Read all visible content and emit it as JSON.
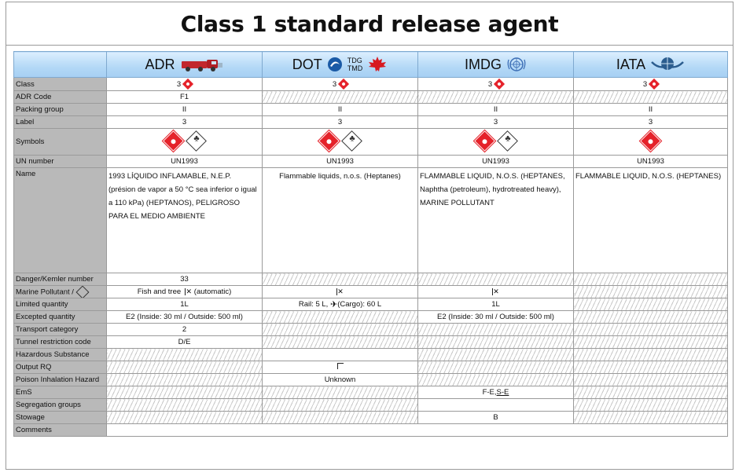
{
  "title": "Class 1 standard release agent",
  "columns": {
    "adr": "ADR",
    "dot": "DOT",
    "dot_sub_1": "TDG",
    "dot_sub_2": "TMD",
    "imdg": "IMDG",
    "iata": "IATA"
  },
  "rows": {
    "class": {
      "label": "Class",
      "adr": "3",
      "dot": "3",
      "imdg": "3",
      "iata": "3"
    },
    "adr_code": {
      "label": "ADR Code",
      "adr": "F1"
    },
    "packing_group": {
      "label": "Packing group",
      "adr": "II",
      "dot": "II",
      "imdg": "II",
      "iata": "II"
    },
    "label_row": {
      "label": "Label",
      "adr": "3",
      "dot": "3",
      "imdg": "3",
      "iata": "3"
    },
    "symbols": {
      "label": "Symbols"
    },
    "un_number": {
      "label": "UN number",
      "adr": "UN1993",
      "dot": "UN1993",
      "imdg": "UN1993",
      "iata": "UN1993"
    },
    "name": {
      "label": "Name",
      "adr": "1993 LÍQUIDO INFLAMABLE, N.E.P. (présion de vapor a 50 °C sea inferior o igual a 110 kPa) (HEPTANOS), PELIGROSO PARA EL MEDIO AMBIENTE",
      "dot": "Flammable liquids, n.o.s. (Heptanes)",
      "imdg": "FLAMMABLE LIQUID, N.O.S. (HEPTANES, Naphtha (petroleum), hydrotreated heavy), MARINE POLLUTANT",
      "iata": "FLAMMABLE LIQUID, N.O.S. (HEPTANES)"
    },
    "danger_kemler": {
      "label": "Danger/Kemler number",
      "adr": "33"
    },
    "marine_pollutant": {
      "label": "Marine Pollutant /",
      "adr_prefix": "Fish and tree",
      "adr_suffix": "(automatic)"
    },
    "limited_quantity": {
      "label": "Limited quantity",
      "adr": "1L",
      "dot_prefix": "Rail: 5 L,",
      "dot_suffix": "(Cargo): 60 L",
      "imdg": "1L"
    },
    "excepted_quantity": {
      "label": "Excepted quantity",
      "adr": "E2 (Inside: 30 ml / Outside: 500 ml)",
      "imdg": "E2 (Inside: 30 ml / Outside: 500 ml)"
    },
    "transport_category": {
      "label": "Transport category",
      "adr": "2"
    },
    "tunnel_code": {
      "label": "Tunnel restriction code",
      "adr": "D/E"
    },
    "hazardous_substance": {
      "label": "Hazardous Substance"
    },
    "output_rq": {
      "label": "Output RQ"
    },
    "poison_inhalation": {
      "label": "Poison Inhalation Hazard",
      "dot": "Unknown"
    },
    "ems": {
      "label": "EmS",
      "imdg_prefix": "F-E,",
      "imdg_link": "S-E"
    },
    "segregation": {
      "label": "Segregation groups"
    },
    "stowage": {
      "label": "Stowage",
      "imdg": "B"
    },
    "comments": {
      "label": "Comments"
    }
  },
  "colors": {
    "header_blue": "#b3d8f6",
    "label_gray": "#b9b9b9",
    "hazard_red": "#e5222a"
  },
  "icons": {
    "adr": "truck-icon",
    "dot": "dot-logo-icon",
    "tdg": "maple-leaf-icon",
    "imdg": "un-emblem-icon",
    "iata": "iata-globe-icon",
    "flammable": "flammable-diamond-icon",
    "environment": "environment-hazard-icon"
  }
}
